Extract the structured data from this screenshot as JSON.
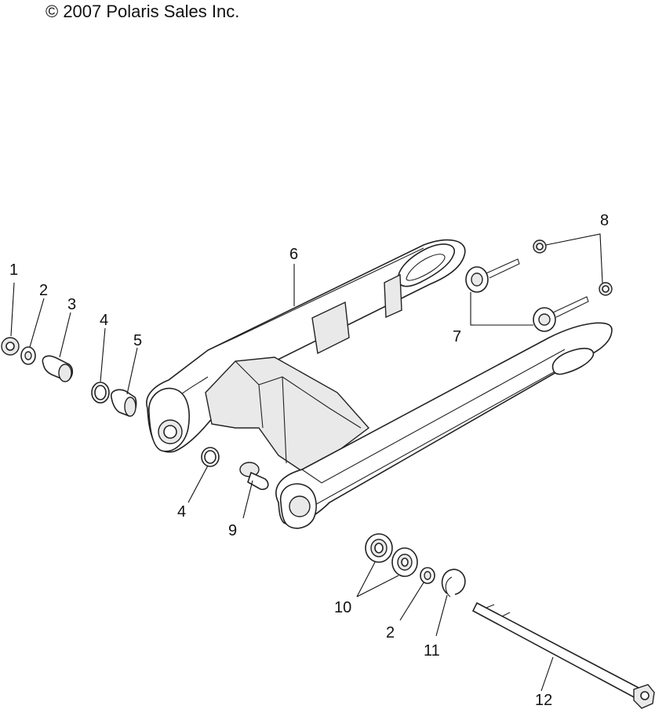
{
  "copyright": "© 2007 Polaris Sales Inc.",
  "callouts": {
    "c1": "1",
    "c2a": "2",
    "c3": "3",
    "c4a": "4",
    "c5": "5",
    "c6": "6",
    "c7": "7",
    "c8": "8",
    "c4b": "4",
    "c9": "9",
    "c10": "10",
    "c2b": "2",
    "c11": "11",
    "c12": "12"
  }
}
